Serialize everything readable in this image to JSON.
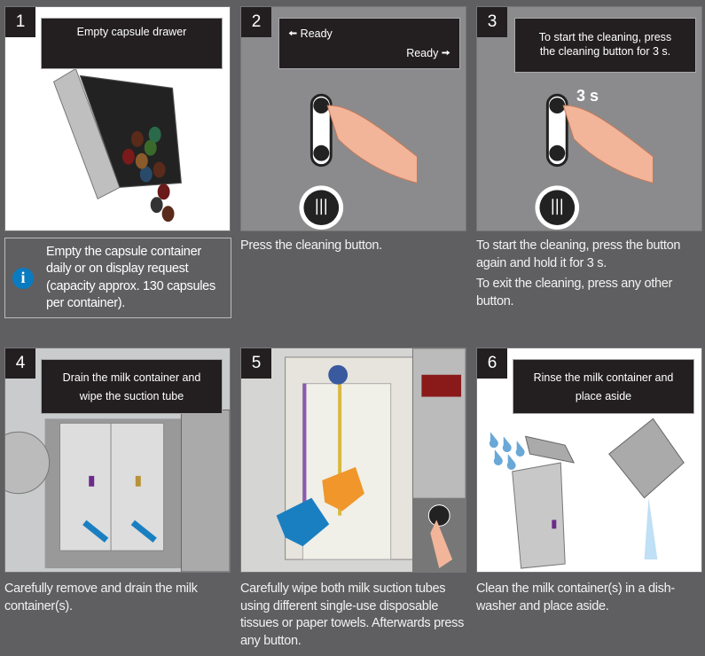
{
  "steps": [
    {
      "number": "1",
      "display": "Empty capsule drawer",
      "caption": ""
    },
    {
      "number": "2",
      "display_left": "Ready",
      "display_right": "Ready",
      "caption": "Press the cleaning button."
    },
    {
      "number": "3",
      "display_line1": "To start the cleaning, press",
      "display_line2": "the cleaning button for 3 s.",
      "hold_label": "3 s",
      "caption1": "To start the cleaning, press the button again and hold it for 3 s.",
      "caption2": "To exit the cleaning, press any other button."
    },
    {
      "number": "4",
      "display_line1": "Drain the milk container and",
      "display_line2": "wipe the suction tube",
      "caption": "Carefully remove and drain the milk container(s)."
    },
    {
      "number": "5",
      "caption": "Carefully wipe both milk suction tubes using different single-use disposable tissues or paper towels. Afterwards press any button."
    },
    {
      "number": "6",
      "display_line1": "Rinse the milk container and",
      "display_line2": "place aside",
      "caption": "Clean the milk container(s) in a dish-washer and place aside."
    }
  ],
  "info": {
    "icon": "info-icon",
    "text": "Empty the capsule container daily or on display request (capacity approx. 130 capsules per container)."
  },
  "colors": {
    "background": "#5f5f61",
    "panel": "#8b8b8d",
    "info_blue": "#0a7bc1"
  }
}
